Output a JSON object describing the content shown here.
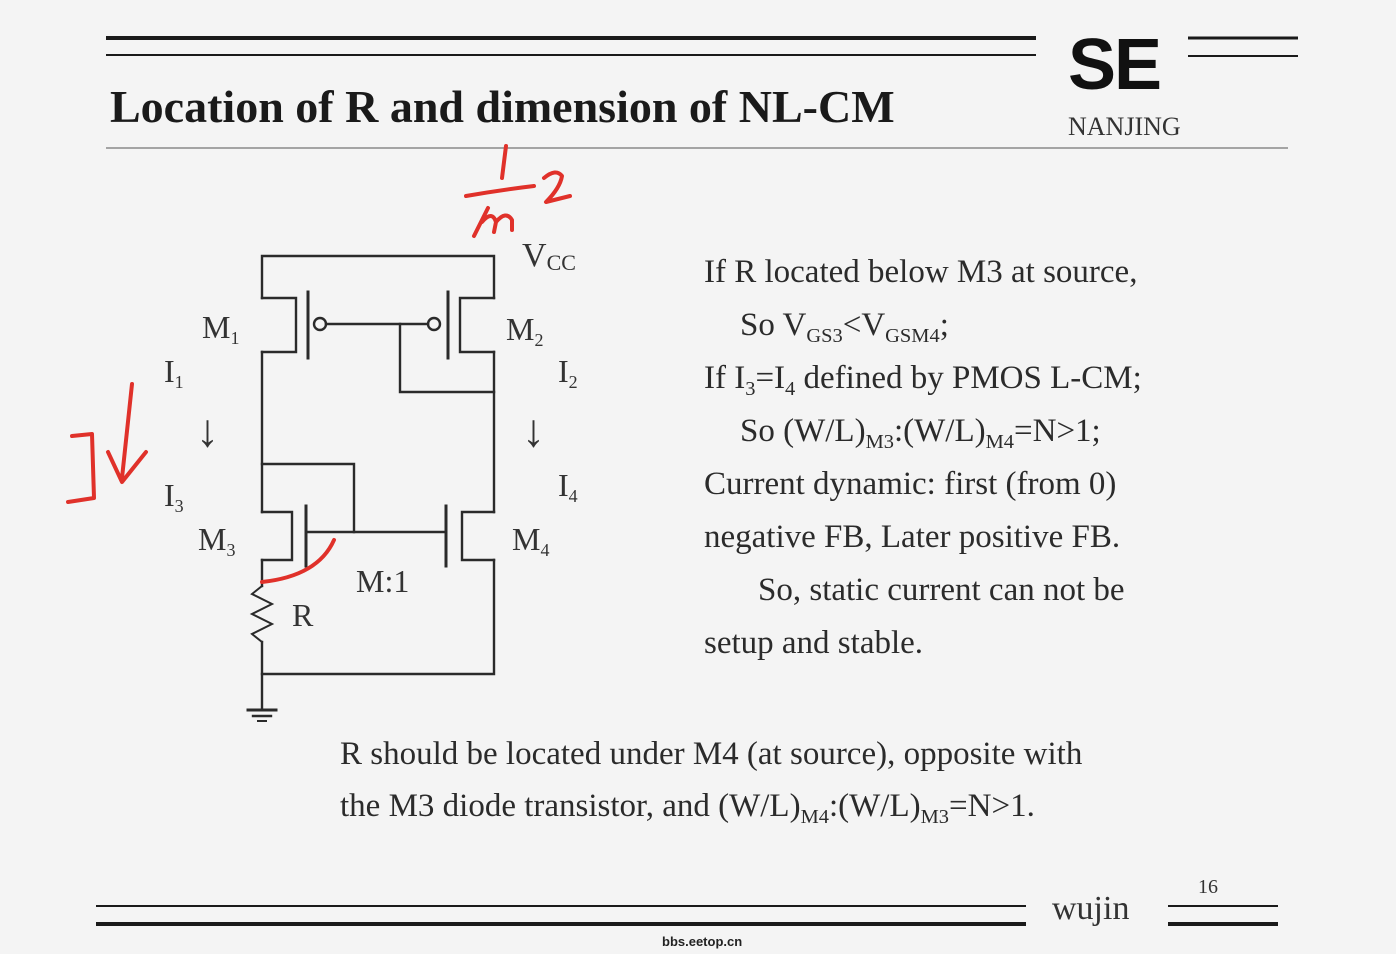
{
  "header": {
    "title": "Location of R and dimension of NL-CM",
    "logo": "SE",
    "city": "NANJING"
  },
  "circuit": {
    "vcc": "V",
    "vcc_sub": "CC",
    "m1": "M",
    "m1_sub": "1",
    "m2": "M",
    "m2_sub": "2",
    "m3": "M",
    "m3_sub": "3",
    "m4": "M",
    "m4_sub": "4",
    "i1": "I",
    "i1_sub": "1",
    "i2": "I",
    "i2_sub": "2",
    "i3": "I",
    "i3_sub": "3",
    "i4": "I",
    "i4_sub": "4",
    "ratio": "M:1",
    "resistor": "R",
    "arrow": "↓"
  },
  "annotations": {
    "ink_color": "#e0312a"
  },
  "explanation": {
    "l1": "If R located below M3 at source,",
    "l2a": "So V",
    "l2b": "GS3",
    "l2c": "<V",
    "l2d": "GSM4",
    "l2e": ";",
    "l3a": "If I",
    "l3b": "3",
    "l3c": "=I",
    "l3d": "4",
    "l3e": " defined by PMOS L-CM;",
    "l4a": "So (W/L)",
    "l4b": "M3",
    "l4c": ":(W/L)",
    "l4d": "M4",
    "l4e": "=N>1;",
    "l5": "Current dynamic: first (from 0)",
    "l6": "negative FB,  Later positive FB.",
    "l7": "So, static current can not be",
    "l8": "setup and stable."
  },
  "conclusion": {
    "l1": "R should be located under M4 (at source), opposite with",
    "l2a": "the M3 diode transistor, and (W/L)",
    "l2b": "M4",
    "l2c": ":(W/L)",
    "l2d": "M3",
    "l2e": "=N>1."
  },
  "footer": {
    "author": "wujin",
    "page": "16",
    "watermark": "bbs.eetop.cn"
  }
}
